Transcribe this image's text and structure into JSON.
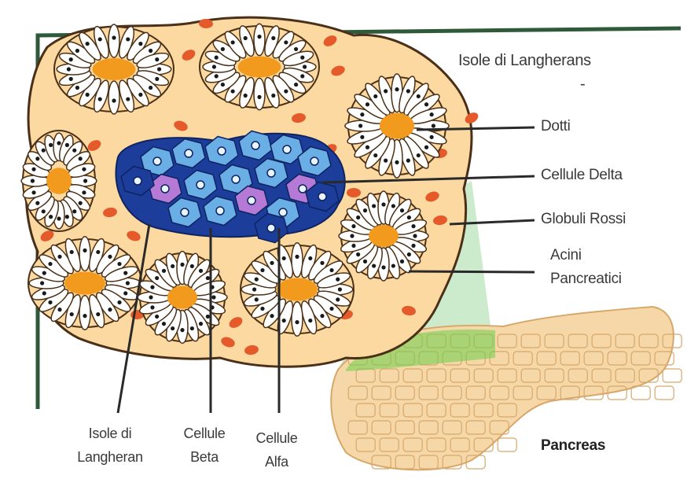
{
  "title": "Isole di Langherans",
  "title_mark": "-",
  "labels_right": {
    "dotti": "Dotti",
    "cellule_delta": "Cellule Delta",
    "globuli_rossi": "Globuli Rossi",
    "acini_line1": "Acini",
    "acini_line2": "Pancreatici"
  },
  "labels_bottom": {
    "isole_line1": "Isole di",
    "isole_line2": "Langheran",
    "beta_line1": "Cellule",
    "beta_line2": "Beta",
    "alfa_line1": "Cellule",
    "alfa_line2": "Alfa"
  },
  "pancreas_label": "Pancreas",
  "colors": {
    "tissue": "#fbd9a0",
    "outline": "#4a3018",
    "duct": "#f29a1e",
    "acinar_cell": "#ffffff",
    "nucleus": "#1a1a1a",
    "red_blood_cell": "#e45a2a",
    "beta_cell": "#6aaee6",
    "delta_cell": "#b57ad6",
    "alpha_cell": "#1c3d9a",
    "frame": "#2f5a3a",
    "zoom_fill": "#8fd08f",
    "pancreas": "#f6d8a8"
  }
}
